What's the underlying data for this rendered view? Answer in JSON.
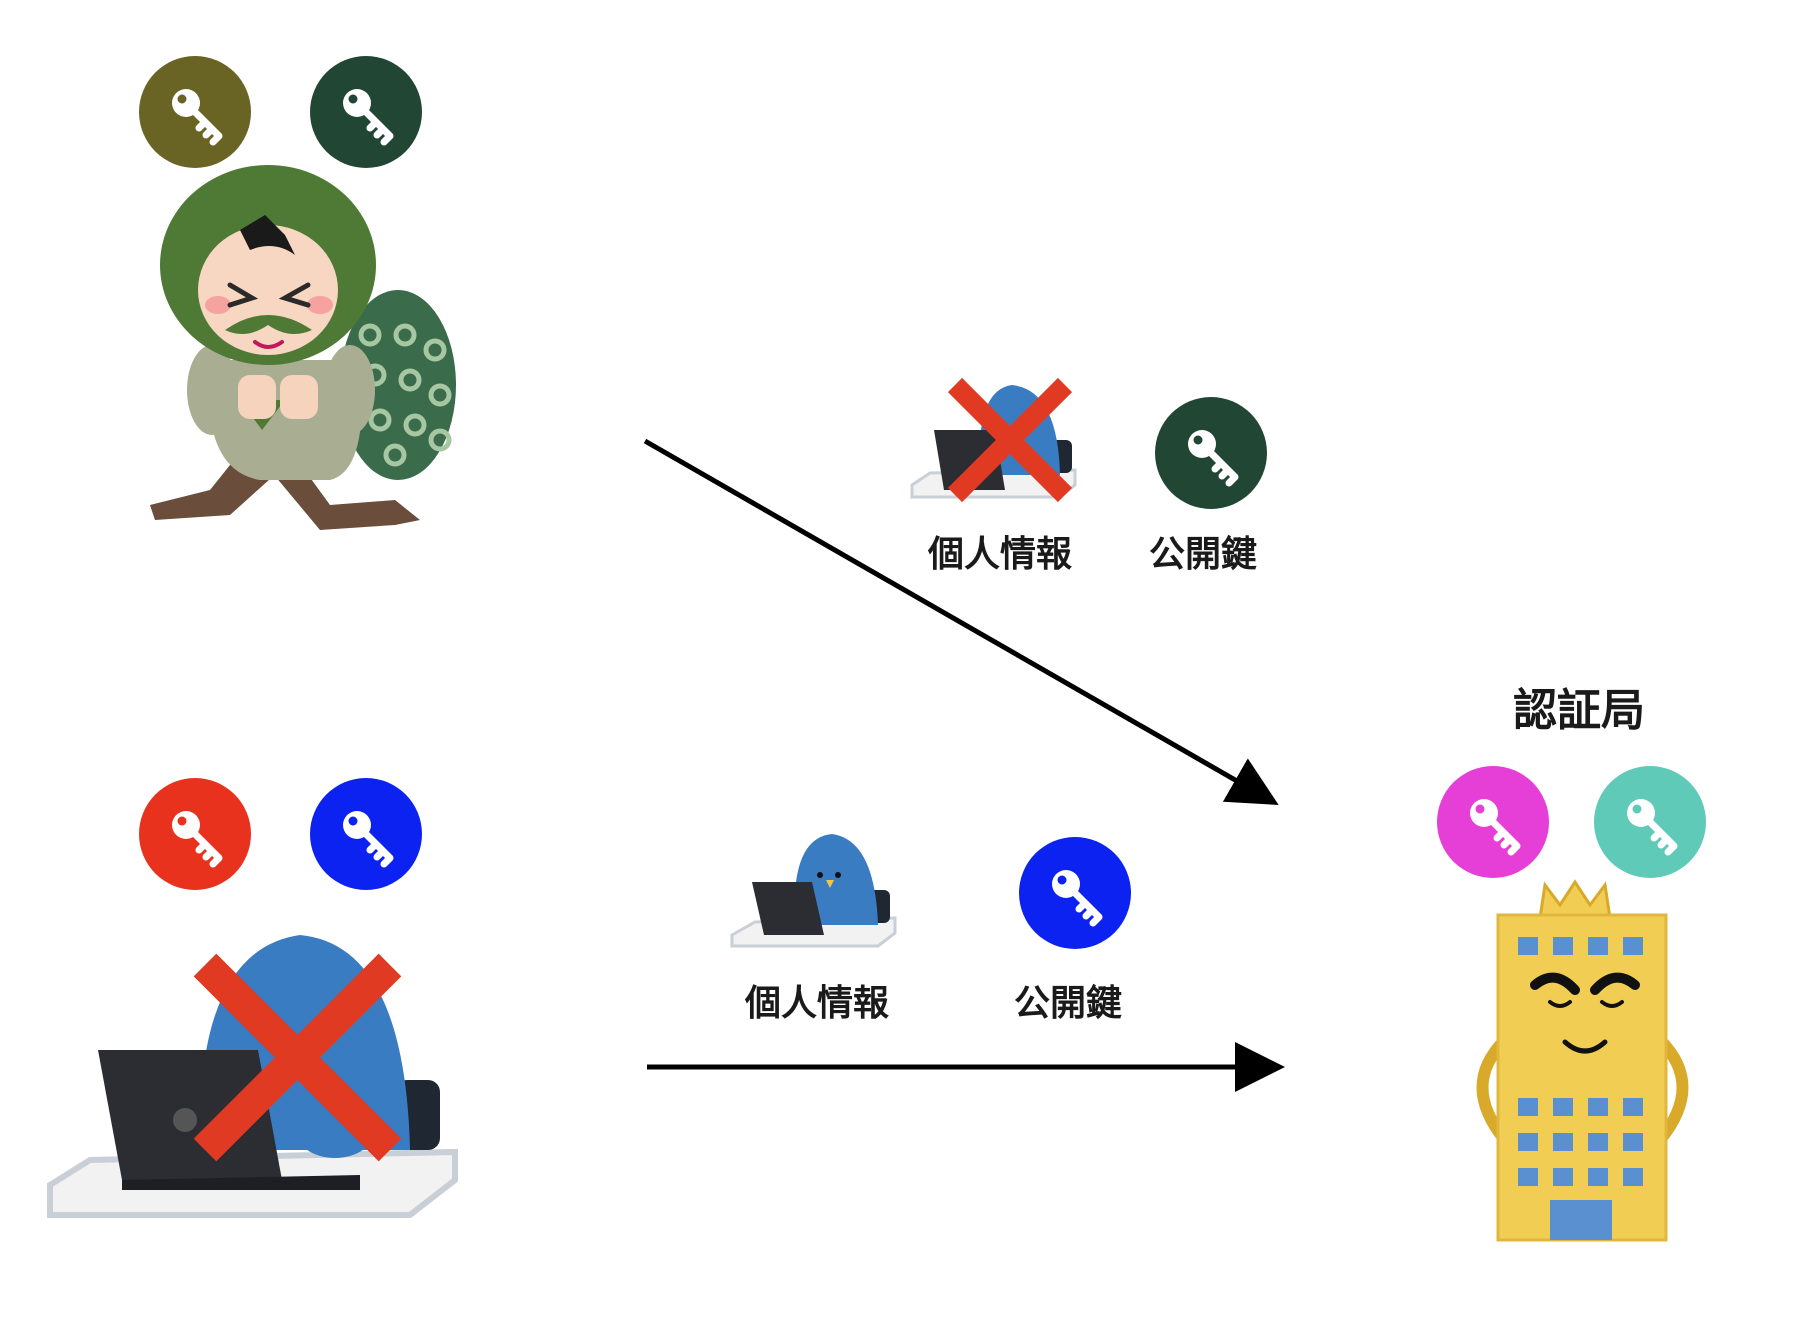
{
  "labels": {
    "personal_info": "個人情報",
    "public_key": "公開鍵",
    "certificate_authority": "認証局"
  },
  "colors": {
    "thief_key_1": "#6a6424",
    "thief_key_2": "#224634",
    "user_key_1": "#e8321e",
    "user_key_2": "#0b22f0",
    "ca_key_1": "#e63fd8",
    "ca_key_2": "#5fcab8",
    "cross_mark": "#e03a22",
    "penguin": "#3a7cc2",
    "building": "#f2cd54",
    "hood": "#4f7a35"
  },
  "icons": {
    "key": "key-icon",
    "cross": "cross-mark-icon",
    "thief": "thief-illustration",
    "penguin_laptop": "penguin-laptop-illustration",
    "building": "certificate-authority-building-illustration"
  }
}
